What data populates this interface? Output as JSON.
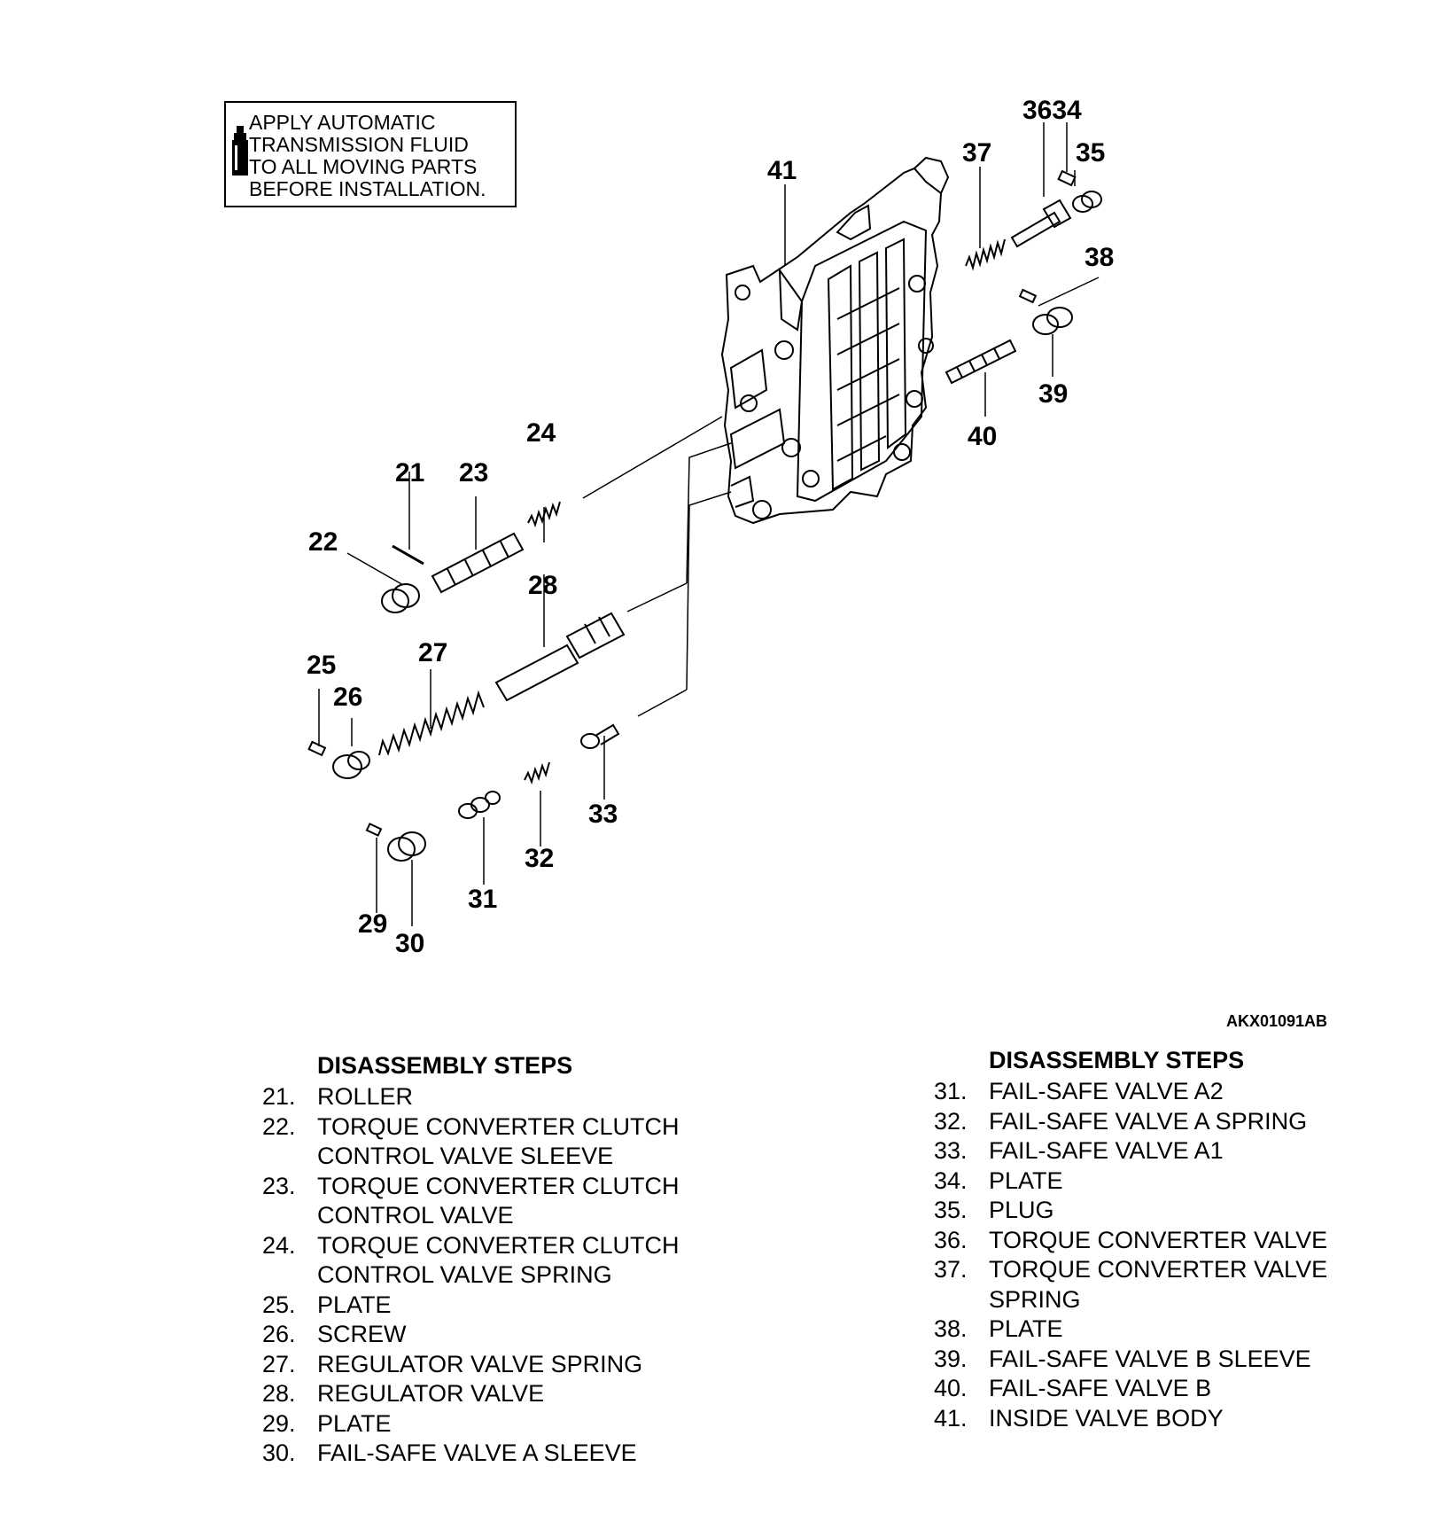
{
  "note": {
    "lines": [
      "APPLY AUTOMATIC",
      "TRANSMISSION FLUID",
      "TO ALL MOVING PARTS",
      "BEFORE INSTALLATION."
    ],
    "icon": "fluid-bottle-icon"
  },
  "callouts": {
    "c21": "21",
    "c22": "22",
    "c23": "23",
    "c24": "24",
    "c25": "25",
    "c26": "26",
    "c27": "27",
    "c28": "28",
    "c29": "29",
    "c30": "30",
    "c31": "31",
    "c32": "32",
    "c33": "33",
    "c3634": "3634",
    "c35": "35",
    "c37": "37",
    "c38": "38",
    "c39": "39",
    "c40": "40",
    "c41": "41"
  },
  "figure_code": "AKX01091AB",
  "steps_left": {
    "heading": "DISASSEMBLY STEPS",
    "items": [
      {
        "num": "21.",
        "text": "ROLLER"
      },
      {
        "num": "22.",
        "text": "TORQUE CONVERTER CLUTCH CONTROL VALVE SLEEVE"
      },
      {
        "num": "23.",
        "text": "TORQUE CONVERTER CLUTCH CONTROL VALVE"
      },
      {
        "num": "24.",
        "text": "TORQUE CONVERTER CLUTCH CONTROL VALVE SPRING"
      },
      {
        "num": "25.",
        "text": "PLATE"
      },
      {
        "num": "26.",
        "text": "SCREW"
      },
      {
        "num": "27.",
        "text": "REGULATOR VALVE SPRING"
      },
      {
        "num": "28.",
        "text": "REGULATOR VALVE"
      },
      {
        "num": "29.",
        "text": "PLATE"
      },
      {
        "num": "30.",
        "text": "FAIL-SAFE VALVE A SLEEVE"
      }
    ]
  },
  "steps_right": {
    "heading": "DISASSEMBLY STEPS",
    "items": [
      {
        "num": "31.",
        "text": "FAIL-SAFE VALVE A2"
      },
      {
        "num": "32.",
        "text": "FAIL-SAFE VALVE A SPRING"
      },
      {
        "num": "33.",
        "text": "FAIL-SAFE VALVE A1"
      },
      {
        "num": "34.",
        "text": "PLATE"
      },
      {
        "num": "35.",
        "text": "PLUG"
      },
      {
        "num": "36.",
        "text": "TORQUE CONVERTER VALVE"
      },
      {
        "num": "37.",
        "text": "TORQUE CONVERTER VALVE SPRING"
      },
      {
        "num": "38.",
        "text": "PLATE"
      },
      {
        "num": "39.",
        "text": "FAIL-SAFE VALVE B SLEEVE"
      },
      {
        "num": "40.",
        "text": "FAIL-SAFE VALVE B"
      },
      {
        "num": "41.",
        "text": "INSIDE VALVE BODY"
      }
    ]
  }
}
